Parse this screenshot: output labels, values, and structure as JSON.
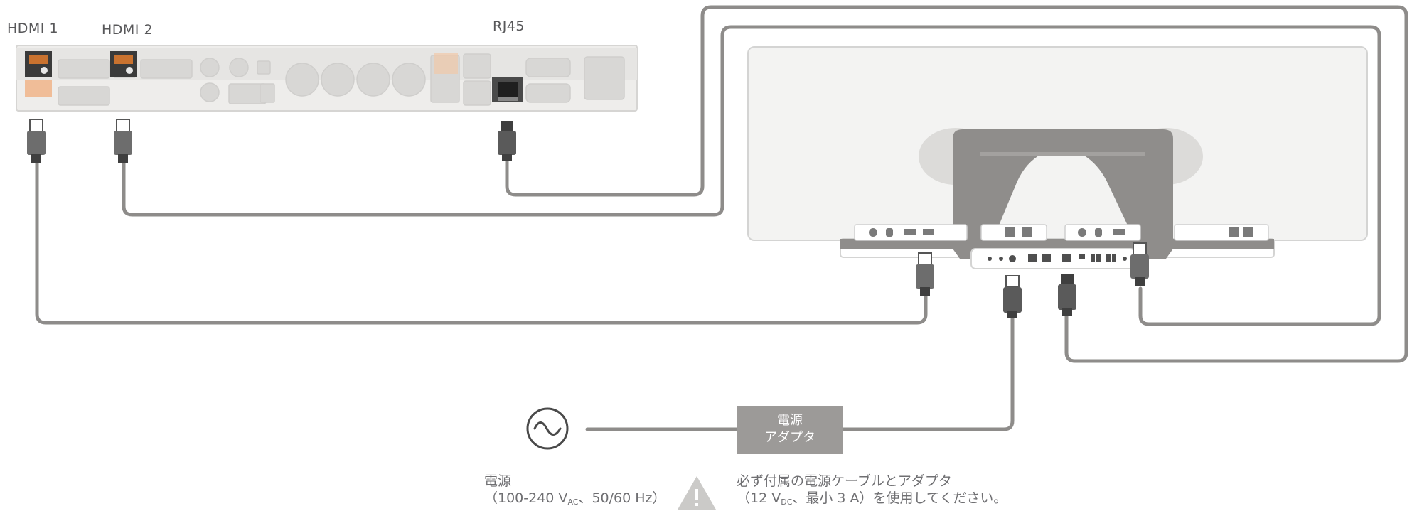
{
  "ports": {
    "hdmi1": "HDMI 1",
    "hdmi2": "HDMI 2",
    "rj45": "RJ45"
  },
  "adapter": {
    "line1": "電源",
    "line2": "アダプタ"
  },
  "power_source": {
    "line1": "電源",
    "line2_prefix": "（100-240 V",
    "line2_sub": "AC",
    "line2_suffix": "、50/60 Hz）",
    "icon": "ac-sine-icon"
  },
  "warning": {
    "icon": "warning-triangle-icon",
    "line1": "必ず付属の電源ケーブルとアダプタ",
    "line2_prefix": "（12 V",
    "line2_sub": "DC",
    "line2_suffix": "、最小 3 A）を使用してください。"
  },
  "colors": {
    "cable": "#8e8c8a",
    "device": "#e9e8e6",
    "highlight_port": "#e07a2f"
  }
}
